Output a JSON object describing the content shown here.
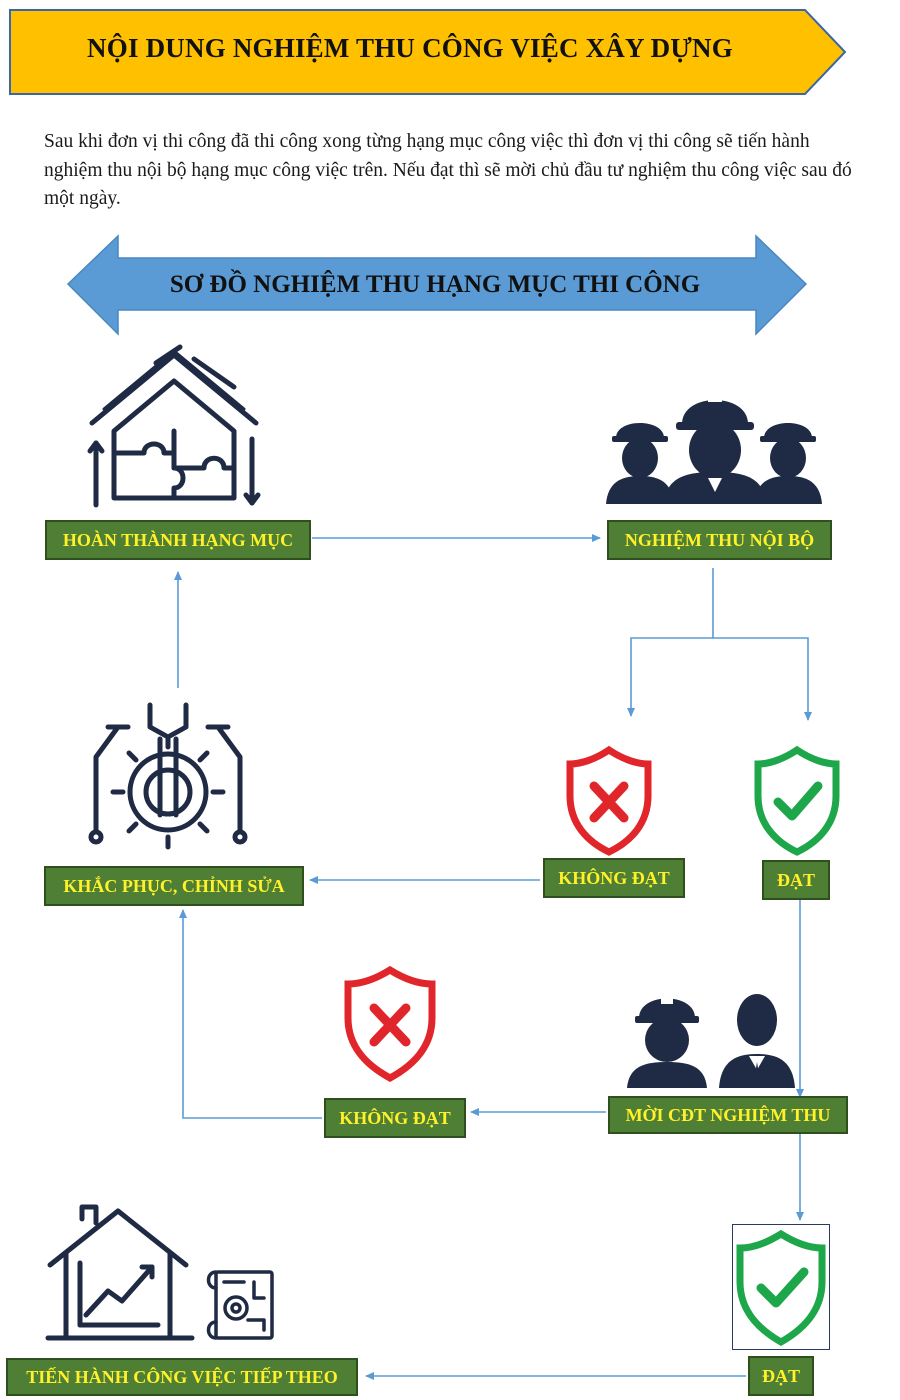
{
  "header": {
    "title": "NỘI DUNG NGHIỆM THU CÔNG VIỆC XÂY DỰNG",
    "banner_color": "#ffc000",
    "banner_border": "#3a66a8"
  },
  "intro_text": "Sau khi đơn vị thi công đã thi công xong từng hạng mục công việc thì đơn vị thi công sẽ tiến hành nghiệm thu nội bộ hạng mục công việc trên. Nếu đạt thì sẽ mời chủ đầu tư nghiệm thu công việc sau đó một ngày.",
  "diagram": {
    "title": "SƠ ĐỒ NGHIỆM THU HẠNG MỤC THI CÔNG",
    "arrow_color": "#5b9bd5",
    "nodes": {
      "hoan_thanh": "HOÀN THÀNH HẠNG MỤC",
      "nghiem_thu_noi_bo": "NGHIỆM THU NỘI BỘ",
      "khong_dat_1": "KHÔNG ĐẠT",
      "dat_1": "ĐẠT",
      "khac_phuc": "KHẮC PHỤC, CHỈNH SỬA",
      "moi_cdt": "MỜI CĐT NGHIỆM THU",
      "khong_dat_2": "KHÔNG ĐẠT",
      "dat_2": "ĐẠT",
      "tien_hanh": "TIẾN HÀNH CÔNG VIỆC TIẾP THEO"
    },
    "label_colors": {
      "fill": "#4f7f35",
      "text": "#fff12a"
    },
    "icons": [
      "house-puzzle-icon",
      "engineers-icon",
      "fail-shield-icon",
      "pass-shield-icon",
      "wrench-gear-icon",
      "engineer-investor-icon",
      "house-growth-icon",
      "blueprint-gear-icon"
    ]
  }
}
